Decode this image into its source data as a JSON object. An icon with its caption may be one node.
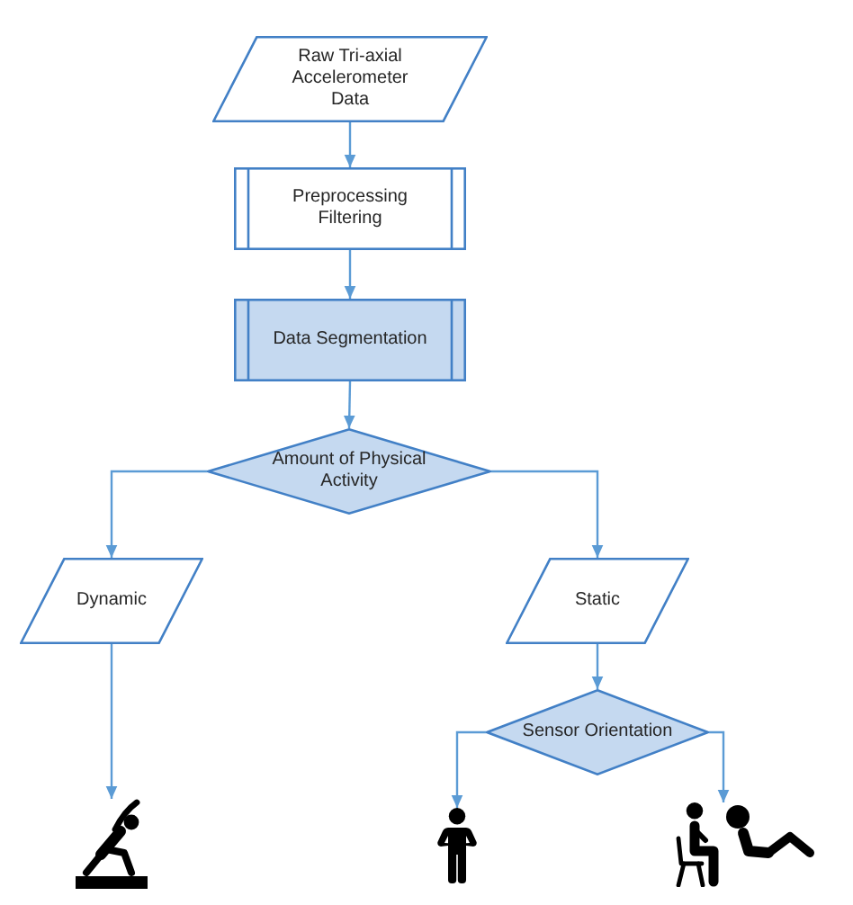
{
  "diagram": {
    "nodes": [
      {
        "text": [
          "Raw Tri-axial Accelerometer Data"
        ]
      },
      {
        "text": [
          "Preprocessing Filtering"
        ]
      },
      {
        "text": [
          "Data Segmentation"
        ]
      },
      {
        "text": [
          "Amount of Physical Activity"
        ]
      },
      {
        "text": [
          "Dynamic"
        ]
      },
      {
        "text": [
          "Static"
        ]
      },
      {
        "text": [
          "Sensor Orientation"
        ]
      },
      {
        "text": [],
        "shape": "person"
      },
      {
        "text": [],
        "shape": "person"
      },
      {
        "text": [],
        "shape": "person"
      },
      {
        "text": [],
        "shape": "person"
      }
    ],
    "edges": [
      {
        "from": 0,
        "to": 1,
        "arrow": "to"
      },
      {
        "from": 1,
        "to": 2,
        "arrow": "to"
      },
      {
        "from": 2,
        "to": 3,
        "arrow": "to"
      },
      {
        "from": 3,
        "to": 4,
        "arrow": "to"
      },
      {
        "from": 3,
        "to": 5,
        "arrow": "to"
      },
      {
        "from": 5,
        "to": 6,
        "arrow": "to"
      },
      {
        "from": 4,
        "to": 7,
        "arrow": "to"
      },
      {
        "from": 6,
        "to": 8,
        "arrow": "to"
      },
      {
        "from": 6,
        "to": 9,
        "arrow": "to"
      },
      {
        "from": 6,
        "to": 10,
        "arrow": "to"
      }
    ]
  }
}
